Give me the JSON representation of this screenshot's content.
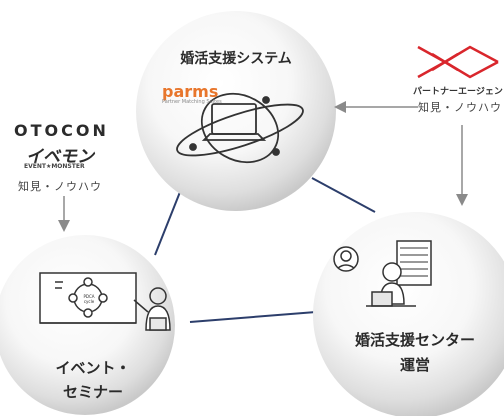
{
  "nodes": {
    "system": {
      "title": "婚活支援システム",
      "logo_text": "parms",
      "logo_tagline": "Partner Matching Suites"
    },
    "center": {
      "title_line1": "婚活支援センター",
      "title_line2": "運営"
    },
    "events": {
      "title_line1": "イベント・",
      "title_line2": "セミナー",
      "whiteboard_text": "PDCA cycle"
    }
  },
  "left_source": {
    "brand1": "OTOCON",
    "brand2": "イベモン",
    "brand2_tag": "EVENT★MONSTER",
    "knowhow": "知見・ノウハウ"
  },
  "right_source": {
    "brand": "パートナーエージェント",
    "knowhow": "知見・ノウハウ"
  },
  "colors": {
    "navy_line": "#2c3e6b",
    "arrow_gray": "#8a8a8a",
    "parms_orange": "#e8762c",
    "pa_red": "#d9262c"
  }
}
